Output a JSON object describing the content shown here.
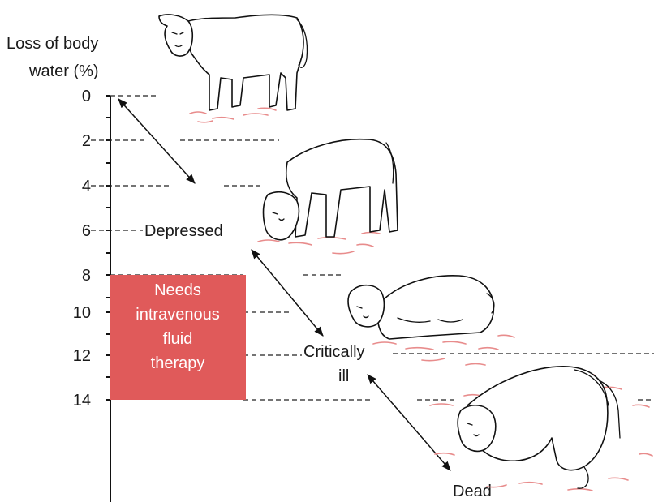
{
  "axis": {
    "title_line1": "Loss of body",
    "title_line2": "water (%)",
    "ticks": [
      "0",
      "2",
      "4",
      "6",
      "8",
      "10",
      "12",
      "14"
    ]
  },
  "stages": {
    "depressed": "Depressed",
    "critically_line1": "Critically",
    "critically_line2": "ill",
    "dead": "Dead"
  },
  "therapy_box": {
    "line1": "Needs",
    "line2": "intravenous",
    "line3": "fluid",
    "line4": "therapy",
    "color": "#e05a5a"
  },
  "colors": {
    "bedding": "#e88c8c",
    "ink": "#111111"
  },
  "icons": [
    "standing-calf",
    "depressed-calf",
    "lying-calf",
    "dead-calf"
  ]
}
